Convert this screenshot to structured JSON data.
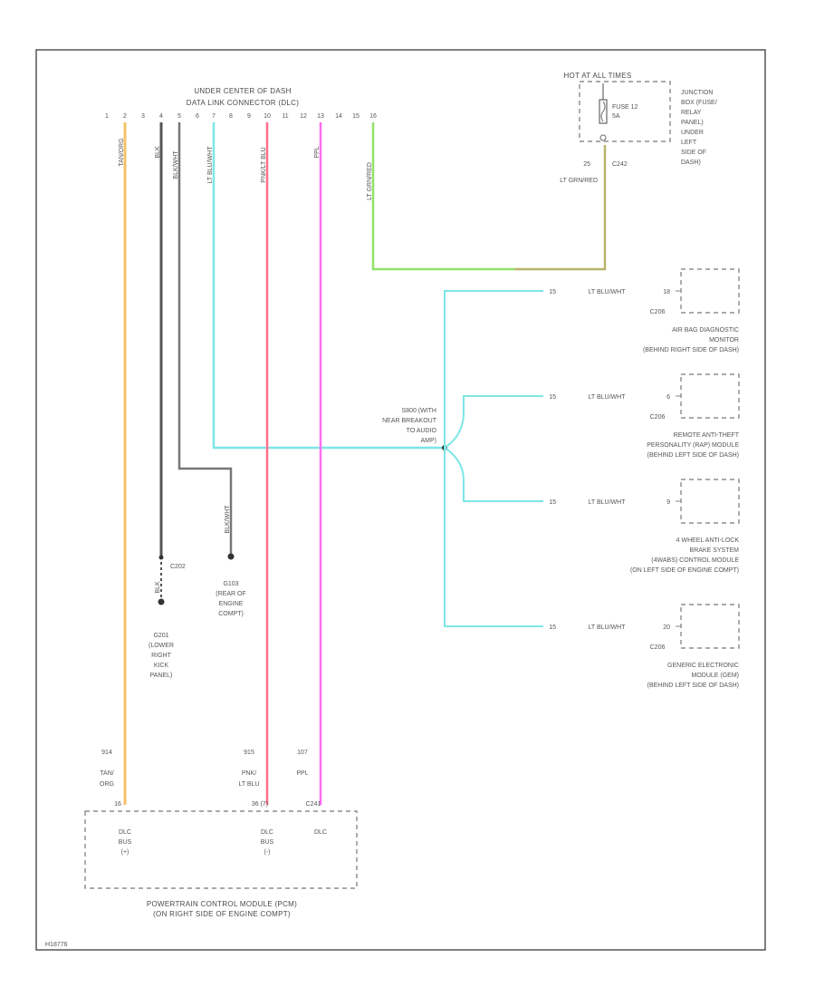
{
  "connector": {
    "title_line1": "UNDER CENTER OF DASH",
    "title_line2": "DATA LINK CONNECTOR (DLC)",
    "pins": [
      "1",
      "2",
      "3",
      "4",
      "5",
      "6",
      "7",
      "8",
      "9",
      "10",
      "11",
      "12",
      "13",
      "14",
      "15",
      "16"
    ]
  },
  "fuse_block": {
    "title": "HOT AT ALL TIMES",
    "fuse_line1": "FUSE 12",
    "fuse_line2": "5A",
    "location": [
      "JUNCTION",
      "BOX (FUSE/",
      "RELAY",
      "PANEL)",
      "UNDER",
      "LEFT",
      "SIDE OF",
      "DASH)"
    ],
    "pin": "25",
    "connector": "C242",
    "wire": "LT GRN/RED"
  },
  "wires": {
    "tan_org": "TAN/ORG",
    "blk": "BLK",
    "blk_wht": "BLK/WHT",
    "lt_blu_wht": "LT BLU/WHT",
    "pnk_lt_blu": "PNK/LT BLU",
    "ppl": "PPL",
    "lt_grn_red": "LT GRN/RED"
  },
  "splice": {
    "label": [
      "S800 (WITH",
      "NEAR BREAKOUT",
      "TO AUDIO",
      "AMP)"
    ]
  },
  "grounds": {
    "g201_connector": "C202",
    "g201": [
      "G201",
      "(LOWER",
      "RIGHT",
      "KICK",
      "PANEL)"
    ],
    "g103_wire": "BLK/WHT",
    "g103": [
      "G103",
      "(REAR OF",
      "ENGINE",
      "COMPT)"
    ]
  },
  "modules": [
    {
      "pin_a": "15",
      "wire": "LT BLU/WHT",
      "pin_b": "18",
      "connector": "C206",
      "name": [
        "AIR BAG DIAGNOSTIC",
        "MONITOR",
        "(BEHIND RIGHT SIDE OF DASH)"
      ]
    },
    {
      "pin_a": "15",
      "wire": "LT BLU/WHT",
      "pin_b": "6",
      "connector": "C206",
      "name": [
        "REMOTE ANTI-THEFT",
        "PERSONALITY (RAP) MODULE",
        "(BEHIND LEFT SIDE OF DASH)"
      ]
    },
    {
      "pin_a": "15",
      "wire": "LT BLU/WHT",
      "pin_b": "9",
      "connector": "",
      "name": [
        "4 WHEEL ANTI-LOCK",
        "BRAKE SYSTEM",
        "(4WABS) CONTROL MODULE",
        "(ON LEFT SIDE OF ENGINE COMPT)"
      ]
    },
    {
      "pin_a": "15",
      "wire": "LT BLU/WHT",
      "pin_b": "20",
      "connector": "C206",
      "name": [
        "GENERIC ELECTRONIC",
        "MODULE (GEM)",
        "(BEHIND LEFT SIDE OF DASH)"
      ]
    }
  ],
  "pcm": {
    "circuits": [
      {
        "circuit": "914",
        "wire": "TAN/ORG",
        "wire_l1": "TAN/",
        "wire_l2": "ORG",
        "pin": "16",
        "func_l1": "DLC",
        "func_l2": "BUS",
        "func_l3": "(+)"
      },
      {
        "circuit": "915",
        "wire": "PNK/LT BLU",
        "wire_l1": "PNK/",
        "wire_l2": "LT BLU",
        "pin": "36 (7)",
        "func_l1": "DLC",
        "func_l2": "BUS",
        "func_l3": "(-)"
      },
      {
        "circuit": "107",
        "wire": "PPL",
        "wire_l1": "PPL",
        "wire_l2": "",
        "pin": "C241",
        "func_l1": "DLC",
        "func_l2": "",
        "func_l3": ""
      }
    ],
    "name": [
      "POWERTRAIN CONTROL MODULE (PCM)",
      "(ON RIGHT SIDE OF ENGINE COMPT)"
    ]
  },
  "footer": {
    "code": "H18776"
  },
  "colors": {
    "tan_org": "#f5c26b",
    "blk": "#555555",
    "blk_wht": "#777777",
    "lt_blu_wht": "#7ee6e6",
    "pnk_lt_blu": "#ff6f8a",
    "ppl": "#ff6cf0",
    "lt_grn": "#8ee36b",
    "olive": "#b7b46a"
  }
}
